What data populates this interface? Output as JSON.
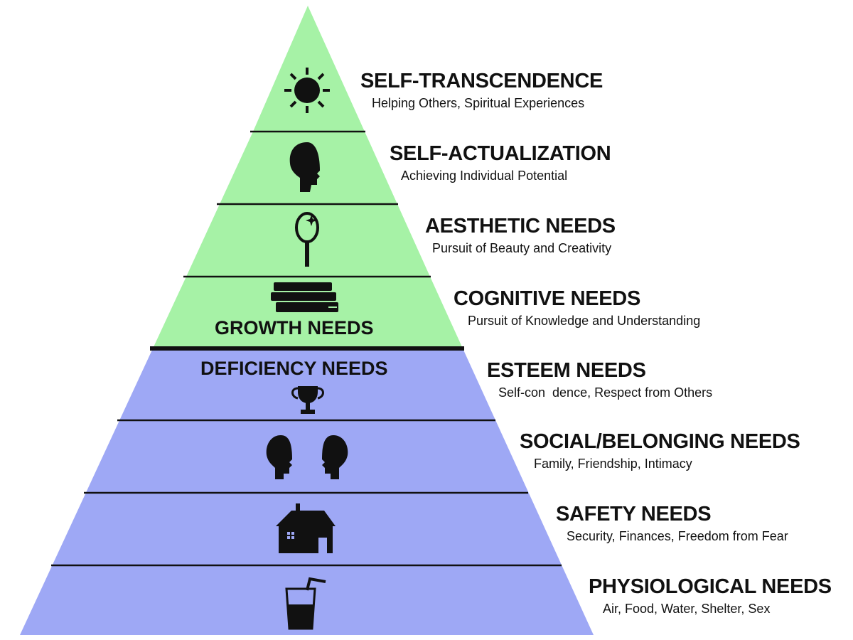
{
  "colors": {
    "growth": "#a6f2a6",
    "deficiency": "#9ea8f5",
    "line": "#111111"
  },
  "groups": {
    "growth": "GROWTH NEEDS",
    "deficiency": "DEFICIENCY NEEDS"
  },
  "levels": [
    {
      "title": "SELF-TRANSCENDENCE",
      "subtitle": "Helping Others, Spiritual Experiences",
      "icon": "sun-icon"
    },
    {
      "title": "SELF-ACTUALIZATION",
      "subtitle": "Achieving Individual Potential",
      "icon": "head-icon"
    },
    {
      "title": "AESTHETIC NEEDS",
      "subtitle": "Pursuit of Beauty and Creativity",
      "icon": "mirror-icon"
    },
    {
      "title": "COGNITIVE NEEDS",
      "subtitle": "Pursuit of Knowledge and Understanding",
      "icon": "books-icon"
    },
    {
      "title": "ESTEEM NEEDS",
      "subtitle": "Self-con  dence, Respect from Others",
      "icon": "trophy-icon"
    },
    {
      "title": "SOCIAL/BELONGING NEEDS",
      "subtitle": "Family, Friendship, Intimacy",
      "icon": "two-heads-icon"
    },
    {
      "title": "SAFETY NEEDS",
      "subtitle": "Security, Finances, Freedom from Fear",
      "icon": "house-icon"
    },
    {
      "title": "PHYSIOLOGICAL NEEDS",
      "subtitle": "Air, Food, Water, Shelter, Sex",
      "icon": "drink-cup-icon"
    }
  ]
}
